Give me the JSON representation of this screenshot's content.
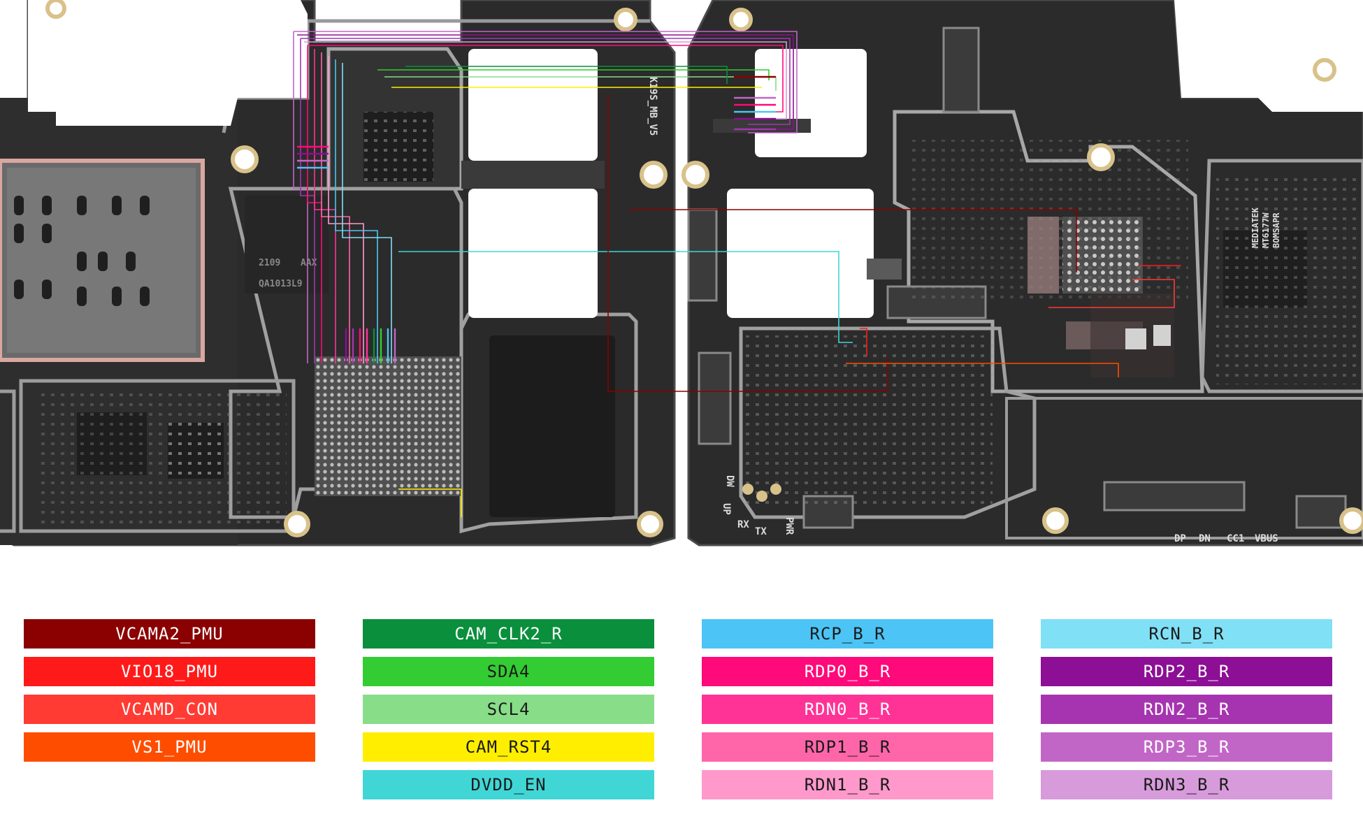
{
  "board": {
    "left_labels": [
      "K19S_MB_V5"
    ],
    "right_labels": [
      "DW",
      "UP",
      "RX",
      "TX",
      "PWR",
      "DP",
      "DN",
      "CC1",
      "VBUS"
    ],
    "chip_marks": [
      "MEDIATEK",
      "MT6177W",
      "BOMSAPR",
      "2109",
      "AAX",
      "QA1013L9"
    ]
  },
  "legend": {
    "columns": [
      [
        {
          "label": "VCAMA2_PMU",
          "color": "#8b0000",
          "text_color": "#ffffff"
        },
        {
          "label": "VIO18_PMU",
          "color": "#ff1a1a",
          "text_color": "#ffffff"
        },
        {
          "label": "VCAMD_CON",
          "color": "#ff3b33",
          "text_color": "#ffffff"
        },
        {
          "label": "VS1_PMU",
          "color": "#ff4d00",
          "text_color": "#ffffff"
        }
      ],
      [
        {
          "label": "CAM_CLK2_R",
          "color": "#0a8f3c",
          "text_color": "#ffffff"
        },
        {
          "label": "SDA4",
          "color": "#33cc33",
          "text_color": "#1a1a1a"
        },
        {
          "label": "SCL4",
          "color": "#88dd88",
          "text_color": "#1a1a1a"
        },
        {
          "label": "CAM_RST4",
          "color": "#ffee00",
          "text_color": "#1a1a1a"
        },
        {
          "label": "DVDD_EN",
          "color": "#40d6d6",
          "text_color": "#1a1a1a"
        }
      ],
      [
        {
          "label": "RCP_B_R",
          "color": "#4cc4f5",
          "text_color": "#1a1a1a"
        },
        {
          "label": "RDP0_B_R",
          "color": "#ff0a7a",
          "text_color": "#ffffff"
        },
        {
          "label": "RDN0_B_R",
          "color": "#ff3396",
          "text_color": "#ffffff"
        },
        {
          "label": "RDP1_B_R",
          "color": "#ff66aa",
          "text_color": "#1a1a1a"
        },
        {
          "label": "RDN1_B_R",
          "color": "#ff99cc",
          "text_color": "#1a1a1a"
        }
      ],
      [
        {
          "label": "RCN_B_R",
          "color": "#80e0f5",
          "text_color": "#1a1a1a"
        },
        {
          "label": "RDP2_B_R",
          "color": "#8c0f96",
          "text_color": "#ffffff"
        },
        {
          "label": "RDN2_B_R",
          "color": "#a634b0",
          "text_color": "#ffffff"
        },
        {
          "label": "RDP3_B_R",
          "color": "#c166c6",
          "text_color": "#ffffff"
        },
        {
          "label": "RDN3_B_R",
          "color": "#d79bdb",
          "text_color": "#1a1a1a"
        }
      ]
    ]
  }
}
